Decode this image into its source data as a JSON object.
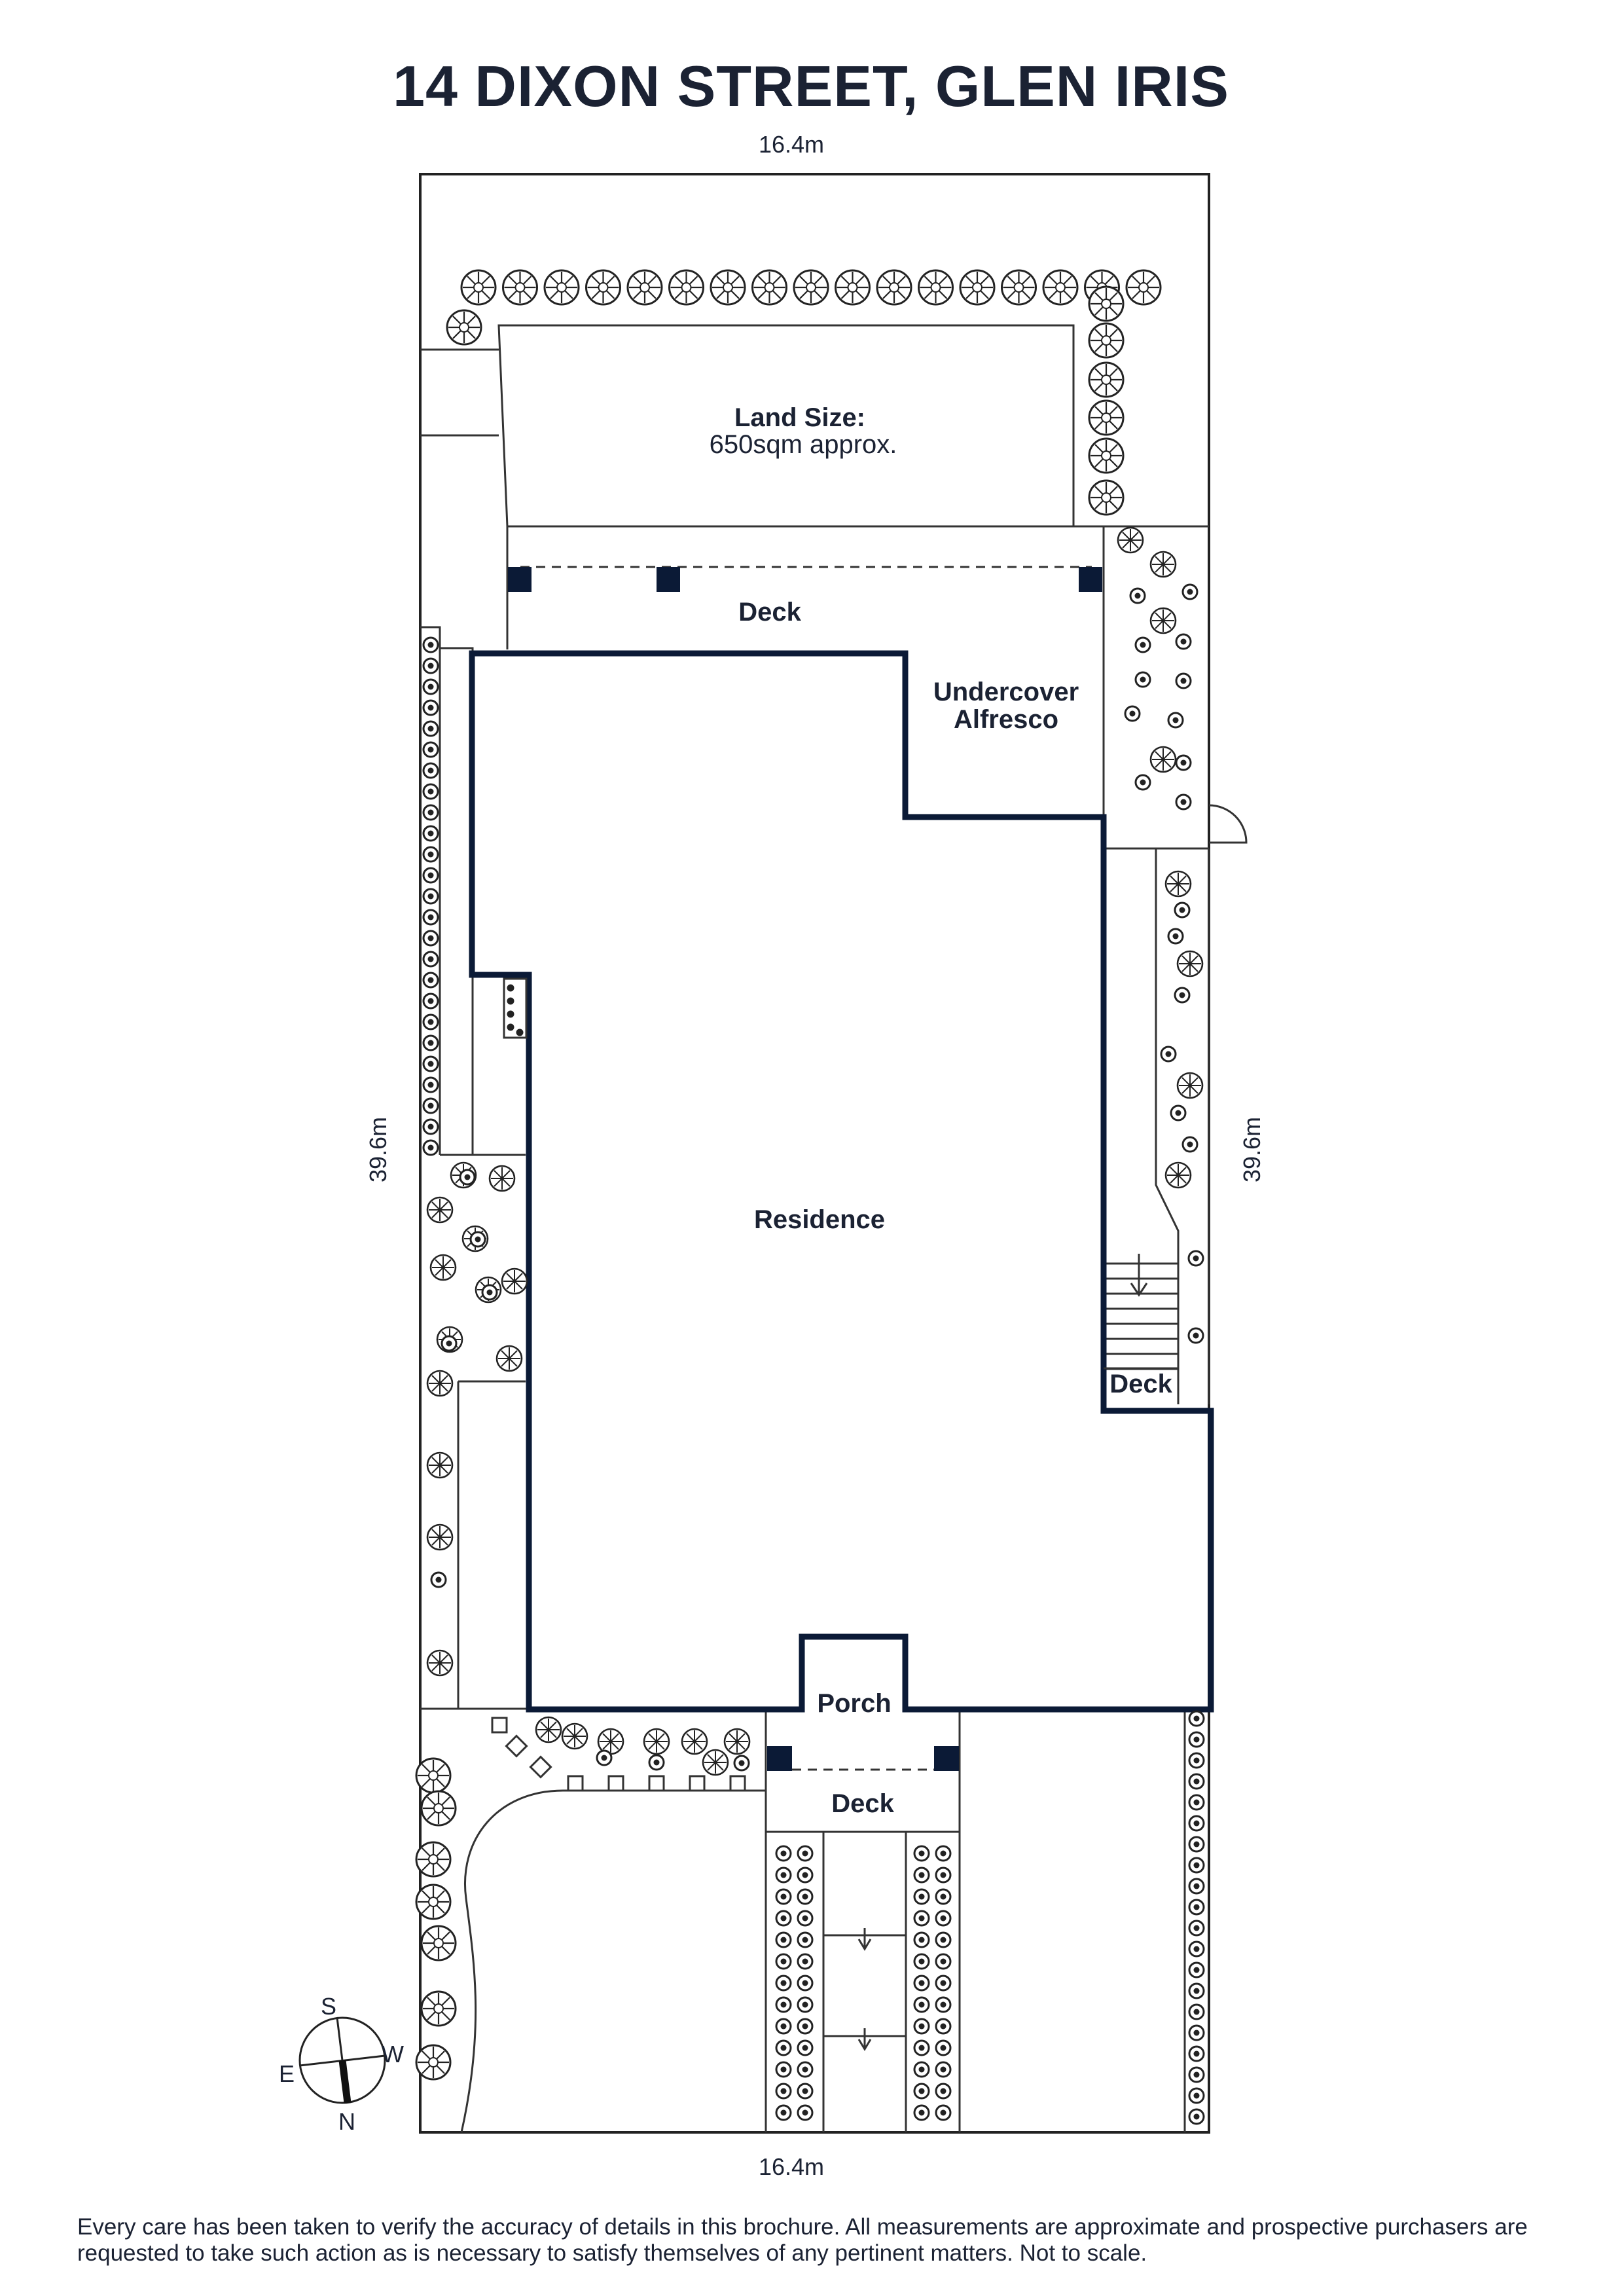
{
  "title": "14 DIXON STREET, GLEN IRIS",
  "dimensions": {
    "top": "16.4m",
    "bottom": "16.4m",
    "left": "39.6m",
    "right": "39.6m"
  },
  "labels": {
    "land_size_title": "Land Size:",
    "land_size_value": "650sqm approx.",
    "deck_rear": "Deck",
    "undercover": "Undercover",
    "alfresco": "Alfresco",
    "residence": "Residence",
    "deck_side": "Deck",
    "porch": "Porch",
    "deck_front": "Deck"
  },
  "compass": {
    "s": "S",
    "e": "E",
    "w": "W",
    "n": "N"
  },
  "disclaimer": "Every care has been taken to verify the accuracy of details in this brochure. All measurements are approximate and prospective purchasers are requested to take such action as is necessary to satisfy themselves of any pertinent matters. Not to scale.",
  "colors": {
    "ink": "#1b2233",
    "line": "#2a2a2a"
  }
}
